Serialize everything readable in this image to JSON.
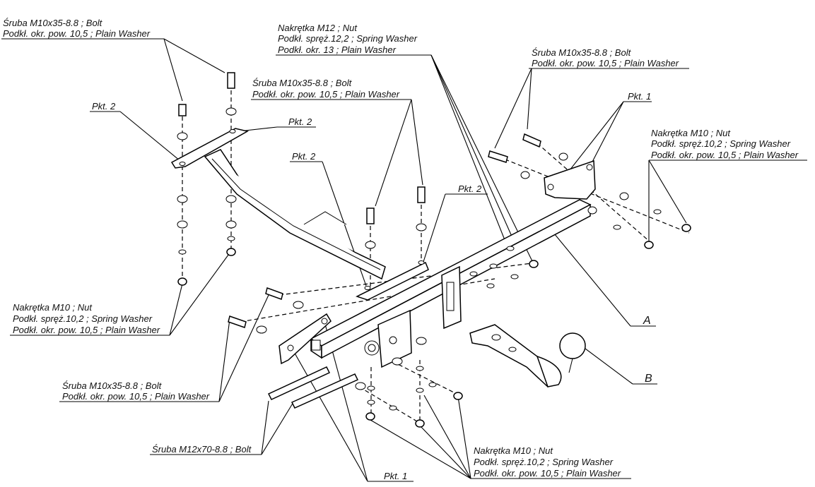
{
  "labels": {
    "bolt_tl_1": "Śruba M10x35-8.8 ;  Bolt",
    "bolt_tl_2": "Podkł. okr. pow. 10,5 ; Plain Washer",
    "nut_top_1": "Nakrętka  M12 ; Nut",
    "nut_top_2": "Podkł. spręż.12,2 ; Spring Washer",
    "nut_top_3": "Podkł. okr. 13 ; Plain Washer",
    "bolt_tr_1": "Śruba M10x35-8.8 ;  Bolt",
    "bolt_tr_2": "Podkł. okr. pow. 10,5 ; Plain Washer",
    "bolt_mid_1": "Śruba M10x35-8.8 ;  Bolt",
    "bolt_mid_2": "Podkł. okr. pow. 10,5 ; Plain Washer",
    "nut_right_1": "Nakrętka  M10 ; Nut",
    "nut_right_2": "Podkł. spręż.10,2 ; Spring Washer",
    "nut_right_3": "Podkł. okr. pow. 10,5 ; Plain Washer",
    "nut_left_1": "Nakrętka  M10 ; Nut",
    "nut_left_2": "Podkł. spręż.10,2 ; Spring Washer",
    "nut_left_3": "Podkł. okr. pow. 10,5 ; Plain Washer",
    "bolt_bl_1": "Śruba M10x35-8.8 ;  Bolt",
    "bolt_bl_2": "Podkł. okr. pow. 10,5 ; Plain Washer",
    "bolt_m12": "Śruba M12x70-8.8 ;  Bolt",
    "nut_bottom_1": "Nakrętka  M10 ; Nut",
    "nut_bottom_2": "Podkł. spręż.10,2 ; Spring Washer",
    "nut_bottom_3": "Podkł. okr. pow. 10,5 ; Plain Washer",
    "pkt2_a": "Pkt. 2",
    "pkt2_b": "Pkt. 2",
    "pkt2_c": "Pkt. 2",
    "pkt2_d": "Pkt. 2",
    "pkt1_top": "Pkt. 1",
    "pkt1_bottom": "Pkt. 1",
    "part_a": "A",
    "part_b": "B"
  }
}
